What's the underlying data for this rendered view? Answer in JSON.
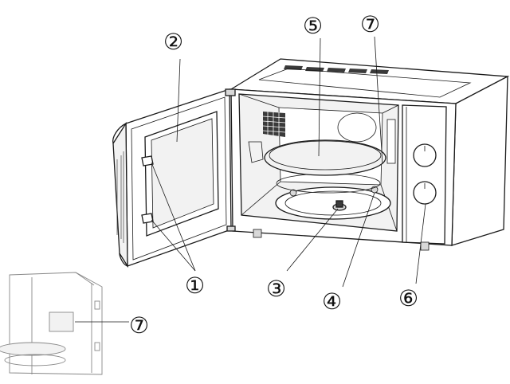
{
  "callouts": [
    {
      "id": "c1",
      "label": "①"
    },
    {
      "id": "c2",
      "label": "②"
    },
    {
      "id": "c3",
      "label": "③"
    },
    {
      "id": "c4",
      "label": "④"
    },
    {
      "id": "c5",
      "label": "⑤"
    },
    {
      "id": "c6",
      "label": "⑥"
    },
    {
      "id": "c7a",
      "label": "⑦"
    },
    {
      "id": "c7b",
      "label": "⑦"
    }
  ]
}
